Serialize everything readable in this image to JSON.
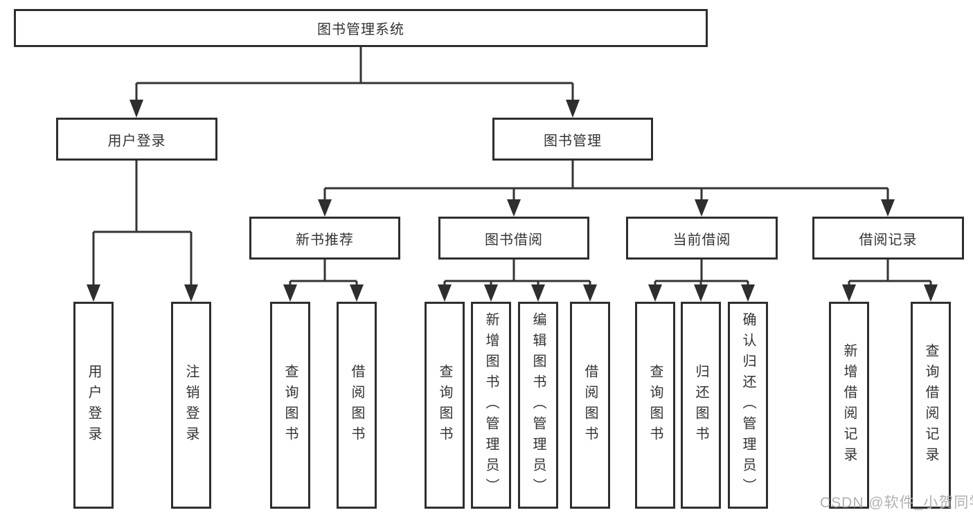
{
  "diagram_type": "hierarchy-tree",
  "nodes": {
    "root": "图书管理系统",
    "user_login": "用户登录",
    "book_mgmt": "图书管理",
    "new_book_rec": "新书推荐",
    "book_borrow": "图书借阅",
    "current_borrow": "当前借阅",
    "borrow_records": "借阅记录",
    "leaf_user_login": "用户登录",
    "leaf_logout": "注销登录",
    "leaf_query_book_1": "查询图书",
    "leaf_borrow_book_1": "借阅图书",
    "leaf_query_book_2": "查询图书",
    "leaf_add_book": "新增图书（管理员）",
    "leaf_edit_book": "编辑图书（管理员）",
    "leaf_borrow_book_2": "借阅图书",
    "leaf_query_book_3": "查询图书",
    "leaf_return_book": "归还图书",
    "leaf_confirm_return": "确认归还（管理员）",
    "leaf_add_record": "新增借阅记录",
    "leaf_query_record": "查询借阅记录"
  },
  "watermark": "CSDN @软件_小贺同学",
  "colors": {
    "line": "#333333",
    "box_border": "#2e2e2e",
    "text": "#333333",
    "watermark": "#b0b0b0",
    "background": "#ffffff"
  }
}
